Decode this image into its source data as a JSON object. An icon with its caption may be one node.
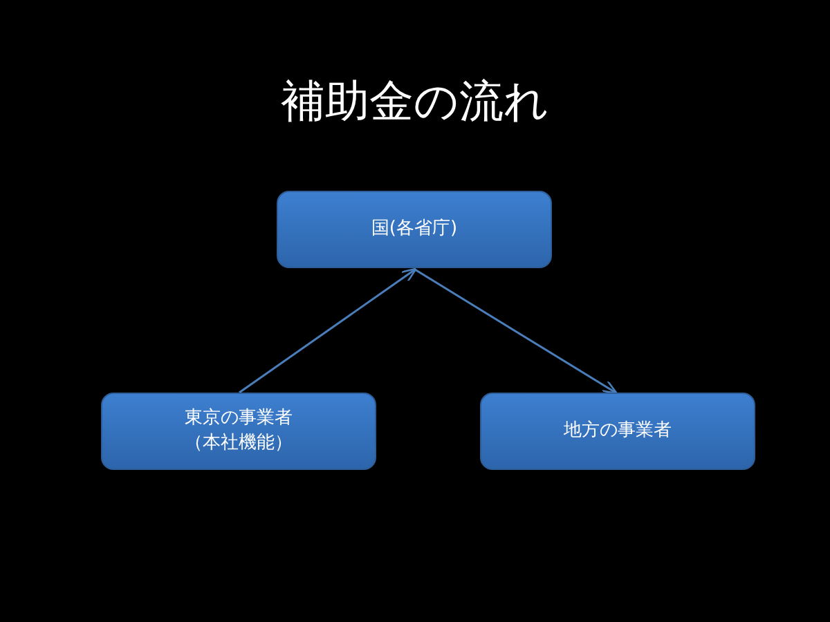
{
  "diagram": {
    "title": "補助金の流れ",
    "nodes": [
      {
        "text": [
          "国(各省庁)"
        ]
      },
      {
        "text": [
          "東京の事業者（本社機能）"
        ]
      },
      {
        "text": [
          "地方の事業者"
        ]
      }
    ],
    "edges": [
      {
        "from": 1,
        "to": 0,
        "arrow": "to"
      },
      {
        "from": 0,
        "to": 2,
        "arrow": "to"
      }
    ]
  }
}
